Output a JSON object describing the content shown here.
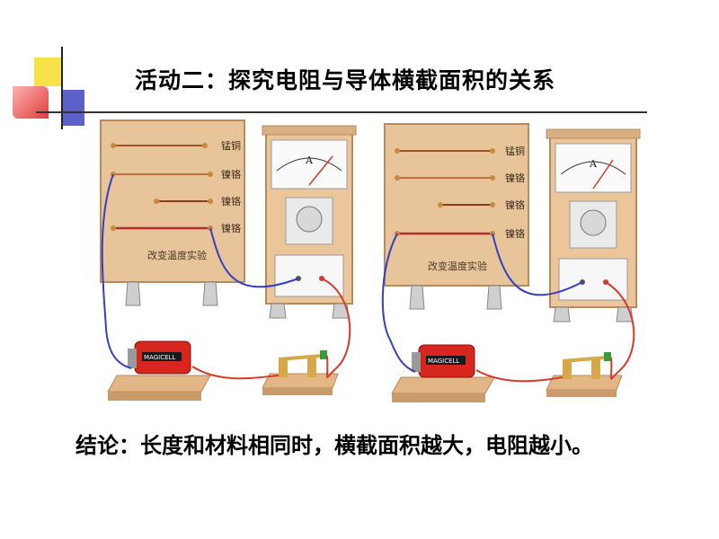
{
  "title": "活动二：探究电阻与导体横截面积的关系",
  "conclusion": "结论：长度和材料相同时，横截面积越大，电阻越小。",
  "figures": [
    {
      "wire_labels": [
        "锰铜",
        "镍铬",
        "镍铬",
        "镍铬"
      ],
      "board_caption": "改变温度实验",
      "meter_symbol": "A",
      "battery_label": "MAGICELL"
    },
    {
      "wire_labels": [
        "锰铜",
        "镍铬",
        "镍铬",
        "镍铬"
      ],
      "board_caption": "改变温度实验",
      "meter_symbol": "A",
      "battery_label": "MAGICELL"
    }
  ],
  "colors": {
    "board": "#e8c49a",
    "board_edge": "#b88a5c",
    "wire_red": "#d63a2a",
    "wire_blue": "#3340c0",
    "battery": "#d6261e"
  }
}
